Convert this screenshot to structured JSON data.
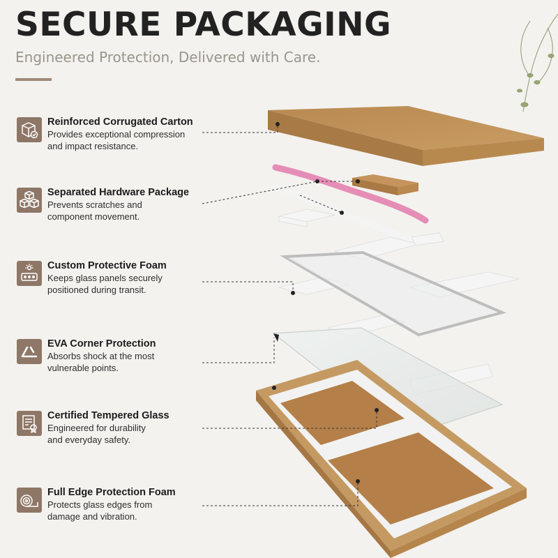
{
  "header": {
    "title": "SECURE PACKAGING",
    "subtitle": "Engineered Protection, Delivered with Care."
  },
  "features": [
    {
      "title": "Reinforced Corrugated Carton",
      "desc_lines": [
        "Provides exceptional compression",
        "and impact resistance."
      ],
      "icon": "box-check-icon"
    },
    {
      "title": "Separated Hardware Package",
      "desc_lines": [
        "Prevents scratches and",
        "component movement."
      ],
      "icon": "stacked-boxes-icon"
    },
    {
      "title": "Custom Protective Foam",
      "desc_lines": [
        "Keeps glass panels securely",
        "positioned during transit."
      ],
      "icon": "foam-sparkle-icon"
    },
    {
      "title": "EVA Corner Protection",
      "desc_lines": [
        "Absorbs shock at the most",
        "vulnerable points."
      ],
      "icon": "corner-triangle-icon"
    },
    {
      "title": "Certified Tempered Glass",
      "desc_lines": [
        "Engineered for durability",
        "and everyday safety."
      ],
      "icon": "certificate-icon"
    },
    {
      "title": "Full Edge Protection Foam",
      "desc_lines": [
        "Protects glass edges from",
        "damage and vibration."
      ],
      "icon": "foam-roll-icon"
    }
  ],
  "colors": {
    "background": "#f3f2ef",
    "accent": "#8e7767",
    "cardboard": "#c49a62",
    "foam": "#f1f1f1",
    "pink_foam": "#e48fb8"
  }
}
